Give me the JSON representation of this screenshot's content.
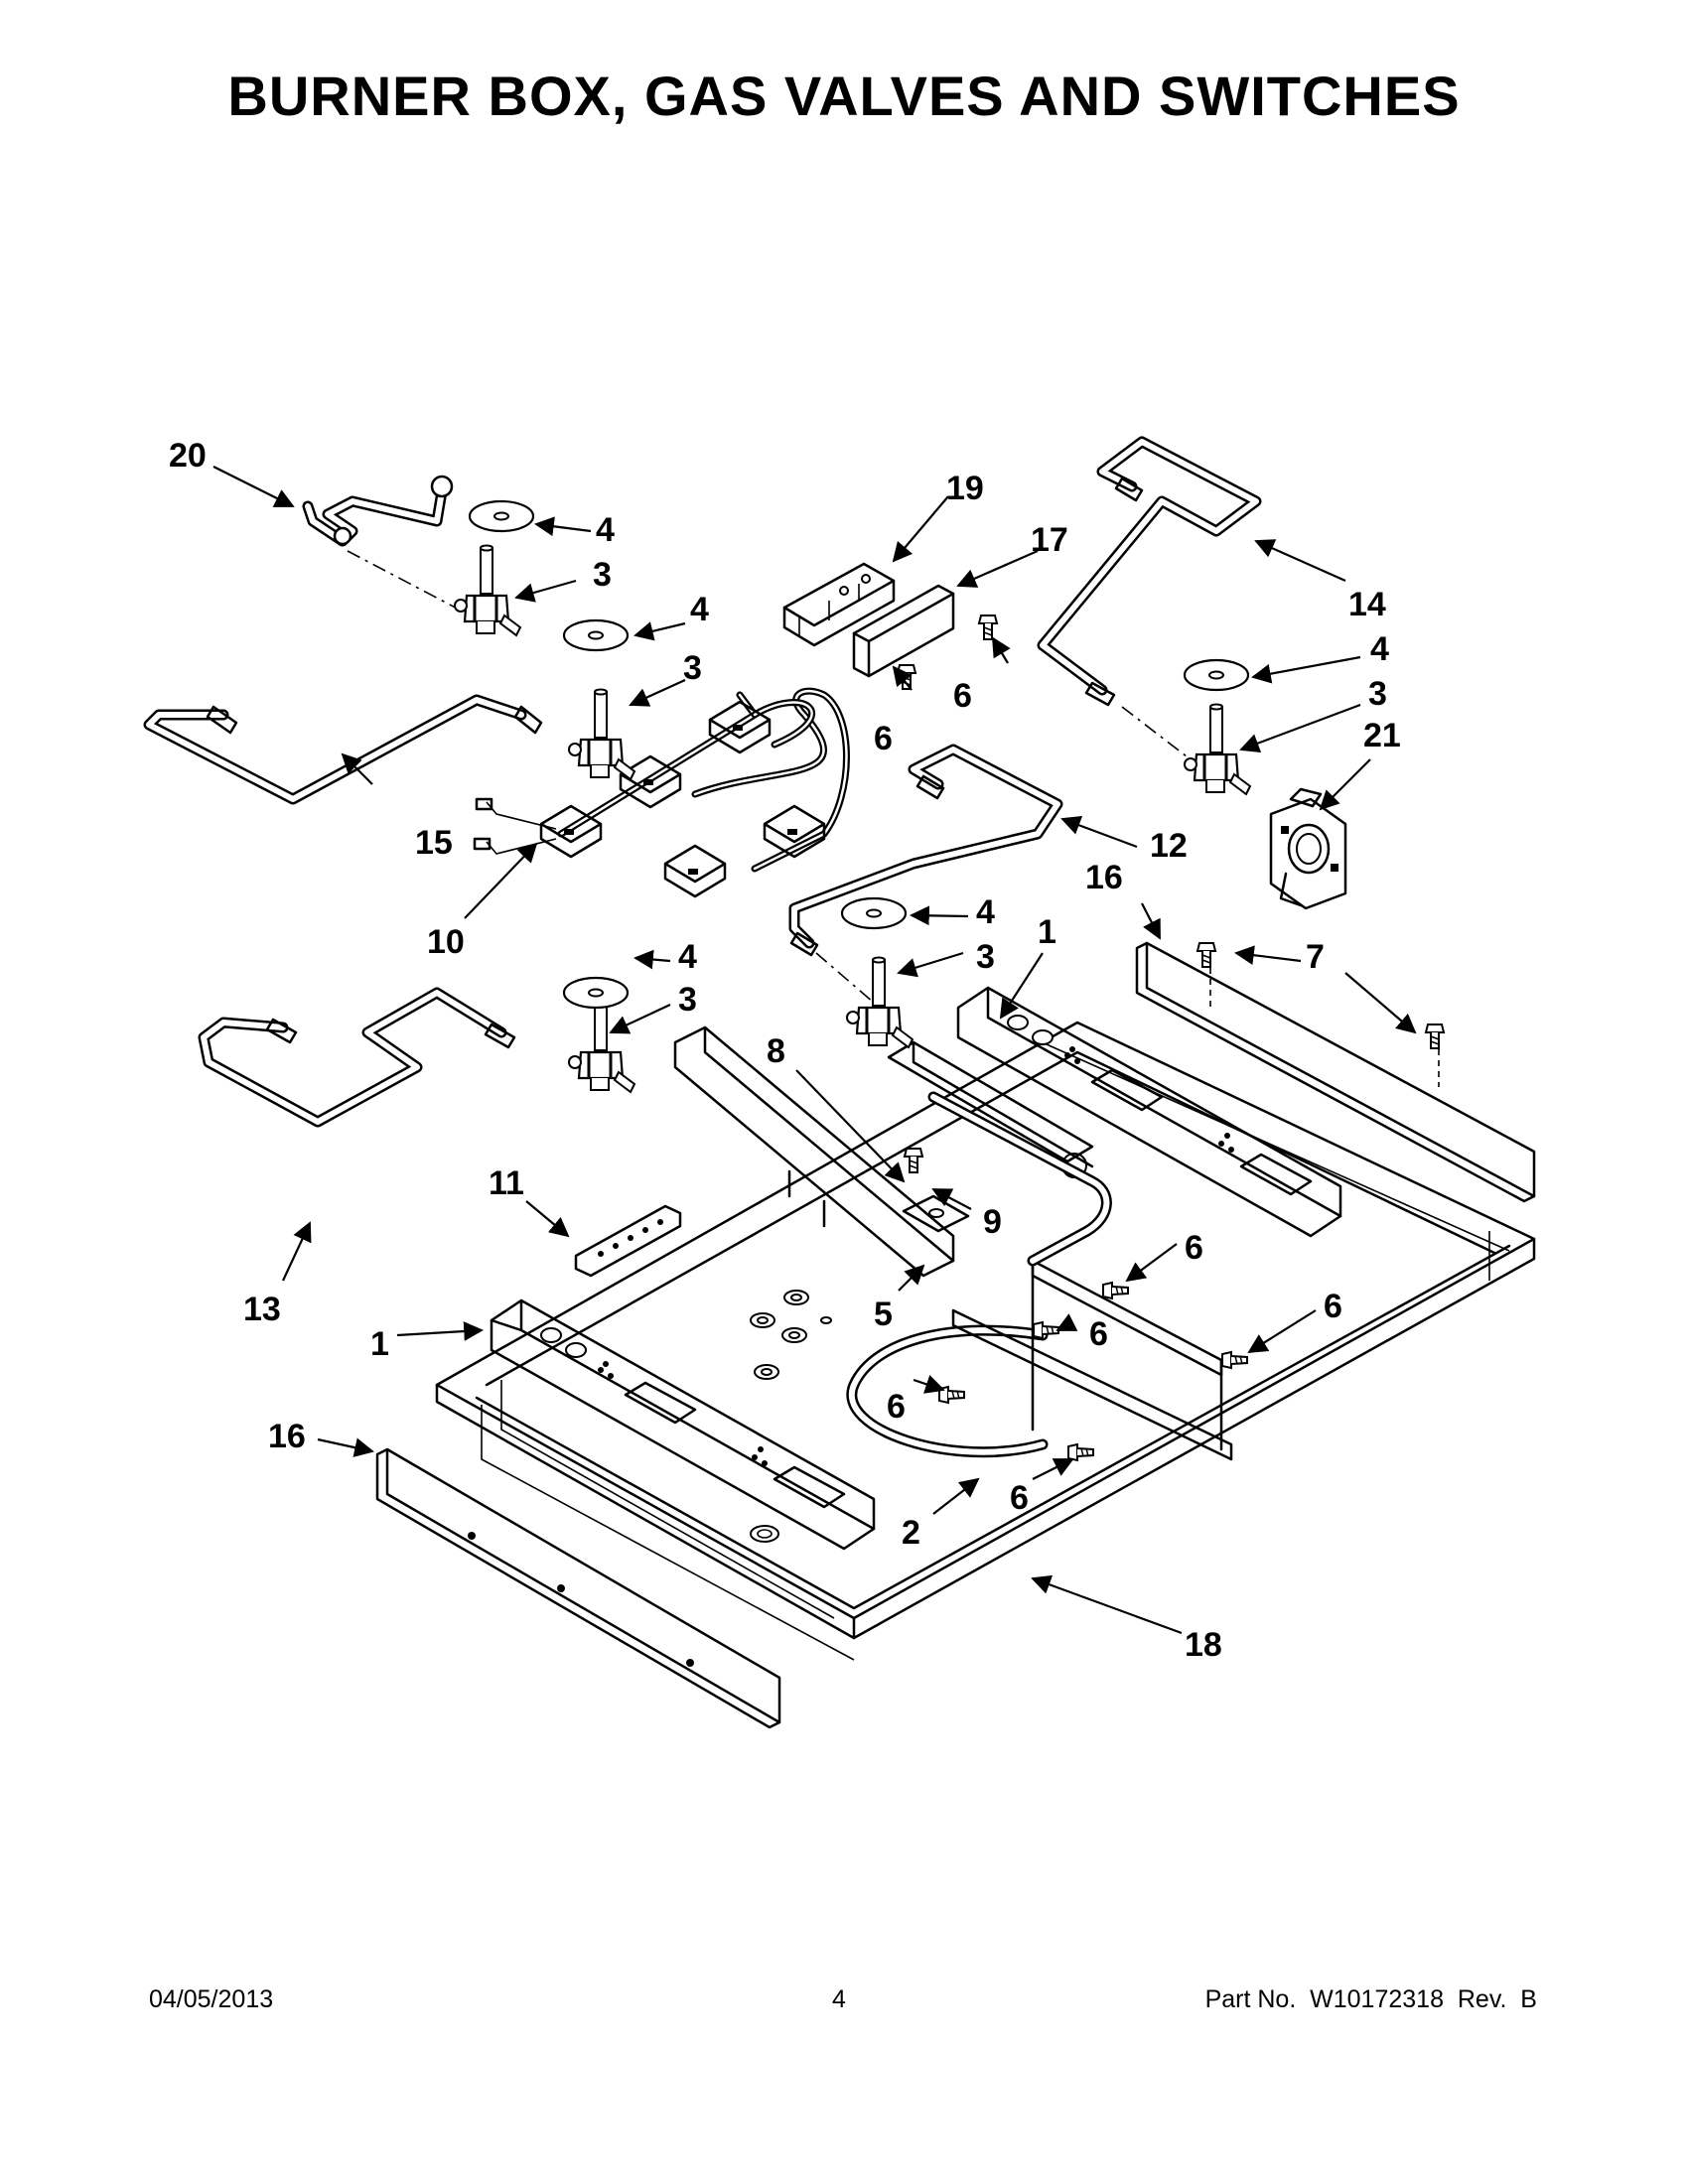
{
  "title": "BURNER BOX, GAS VALVES AND SWITCHES",
  "footer": {
    "date": "04/05/2013",
    "page": "4",
    "part_number": "Part No.  W10172318  Rev.  B"
  },
  "callouts": {
    "c1a": "1",
    "c1b": "1",
    "c2": "2",
    "c3a": "3",
    "c3b": "3",
    "c3c": "3",
    "c3d": "3",
    "c3e": "3",
    "c4a": "4",
    "c4b": "4",
    "c4c": "4",
    "c4d": "4",
    "c4e": "4",
    "c5": "5",
    "c6a": "6",
    "c6b": "6",
    "c6c": "6",
    "c6d": "6",
    "c6e": "6",
    "c6f": "6",
    "c6g": "6",
    "c7": "7",
    "c8": "8",
    "c9": "9",
    "c10": "10",
    "c11": "11",
    "c12": "12",
    "c13": "13",
    "c14": "14",
    "c15": "15",
    "c16a": "16",
    "c16b": "16",
    "c17": "17",
    "c18": "18",
    "c19": "19",
    "c20": "20",
    "c21": "21"
  }
}
